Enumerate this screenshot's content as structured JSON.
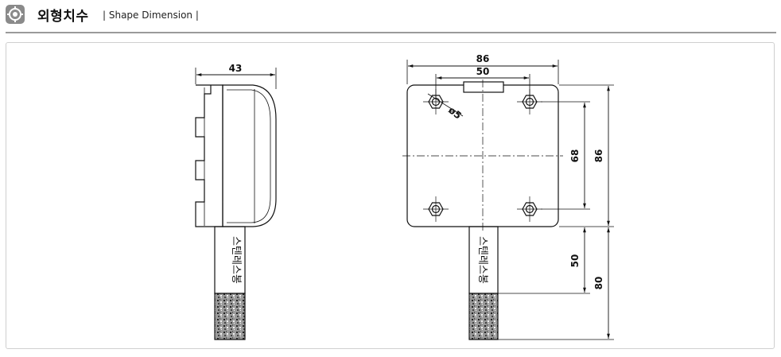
{
  "header": {
    "icon": "gear-icon",
    "title": "외형치수",
    "subtitle": "| Shape Dimension |"
  },
  "colors": {
    "line": "#111111",
    "header_rule": "#9a9a9a",
    "panel_border": "#cfcfcf",
    "icon_bg": "#8a8a8a"
  },
  "side_view": {
    "width_label": "43",
    "rod_label": "스텐레스봉"
  },
  "front_view": {
    "width_label": "86",
    "hole_spacing_label": "50",
    "hole_diameter_label": "ø5",
    "hole_vertical_label": "68",
    "height_label": "86",
    "rod_length_label": "50",
    "total_length_label": "80",
    "rod_label": "스텐레스봉"
  }
}
